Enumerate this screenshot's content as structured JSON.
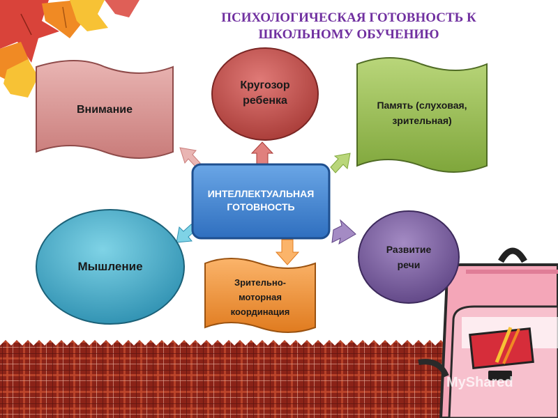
{
  "title": {
    "line1": "ПСИХОЛОГИЧЕСКАЯ ГОТОВНОСТЬ К",
    "line2": "ШКОЛЬНОМУ ОБУЧЕНИЮ"
  },
  "center": {
    "line1": "ИНТЕЛЛЕКТУАЛЬНАЯ",
    "line2": "ГОТОВНОСТЬ",
    "color": "#4a8ed8"
  },
  "nodes": {
    "attention": {
      "label": "Внимание",
      "color": "#d99595"
    },
    "outlook": {
      "line1": "Кругозор",
      "line2": "ребенка",
      "color": "#c0504d"
    },
    "memory": {
      "line1": "Память (слуховая,",
      "line2": "зрительная)",
      "color": "#9bbb59"
    },
    "thinking": {
      "label": "Мышление",
      "color": "#4bacc6"
    },
    "coordination": {
      "line1": "Зрительно-",
      "line2": "моторная",
      "line3": "координация",
      "color": "#f79646"
    },
    "speech": {
      "line1": "Развитие",
      "line2": "речи",
      "color": "#8064a2"
    }
  },
  "colors": {
    "title": "#7030a0",
    "plaid_base": "#8b2318",
    "backpack": "#f4a6b8",
    "leaf_red": "#d9433a",
    "leaf_orange": "#f08a24",
    "leaf_yellow": "#f7c235"
  },
  "watermark": "MyShared"
}
